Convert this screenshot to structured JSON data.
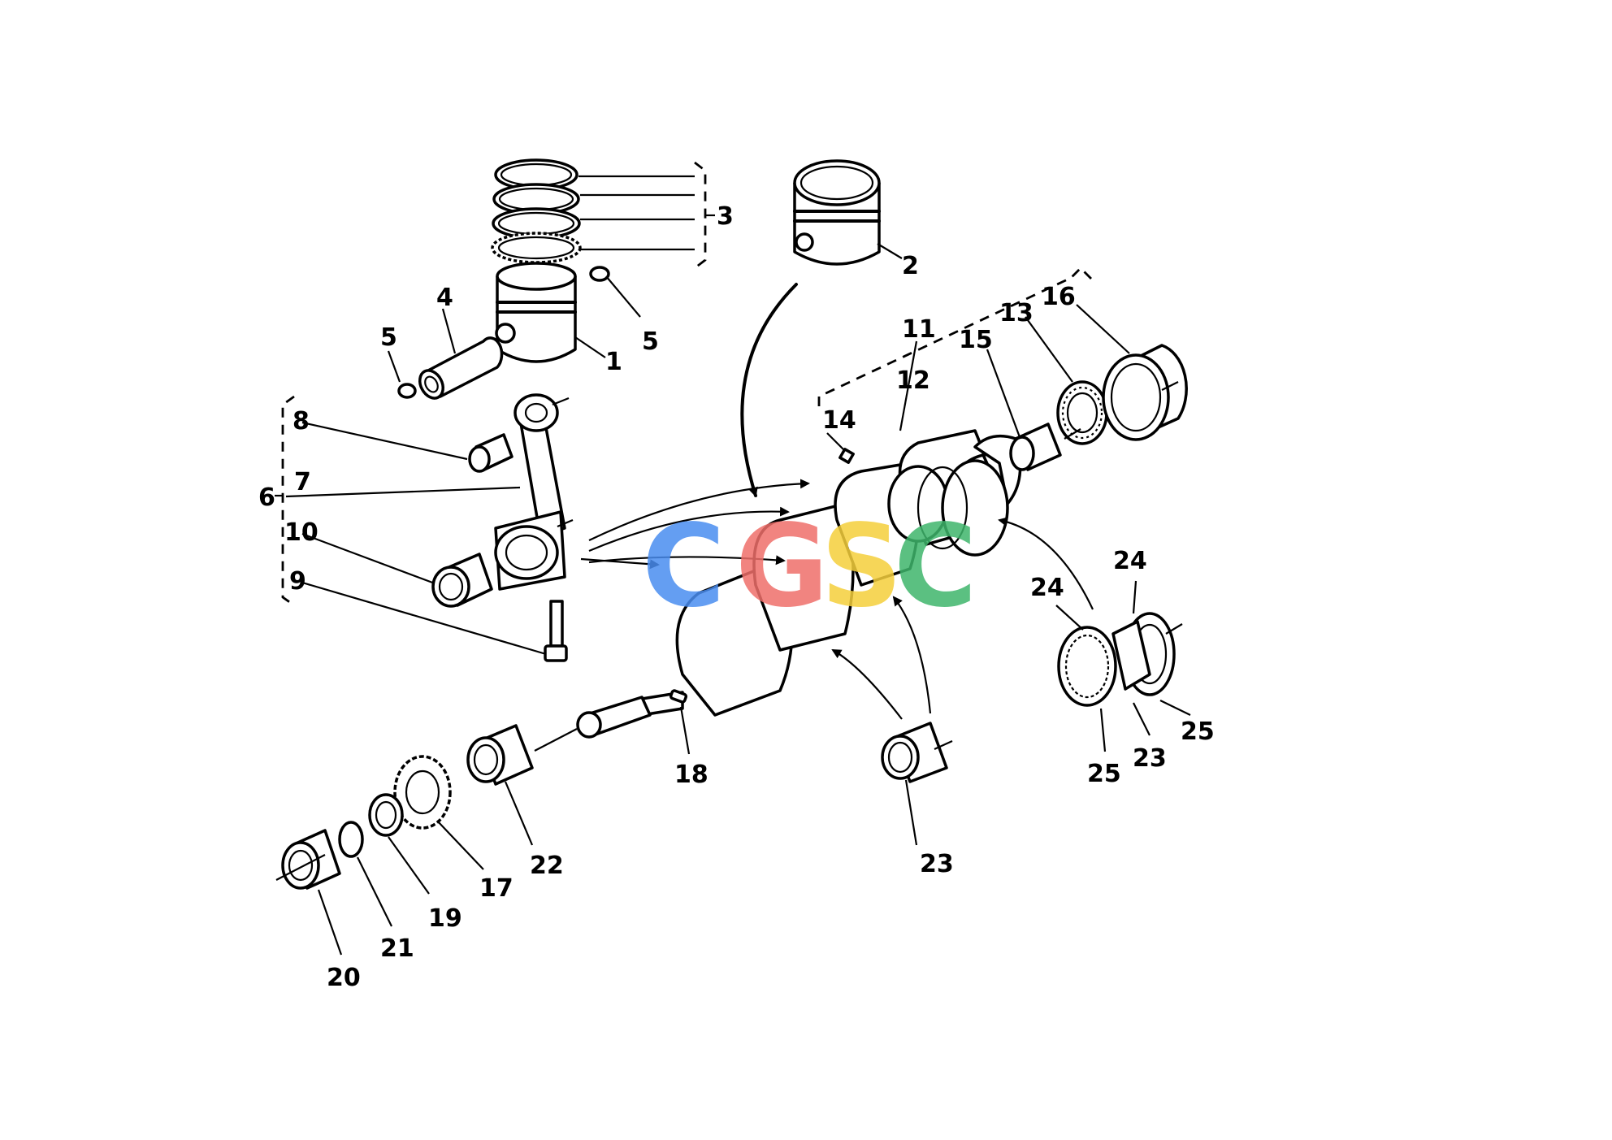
{
  "labels": {
    "l1": "1",
    "l2": "2",
    "l3": "3",
    "l4": "4",
    "l5a": "5",
    "l5b": "5",
    "l6": "6",
    "l7": "7",
    "l8": "8",
    "l9": "9",
    "l10": "10",
    "l11": "11",
    "l12": "12",
    "l13": "13",
    "l14": "14",
    "l15": "15",
    "l16": "16",
    "l17": "17",
    "l18": "18",
    "l19": "19",
    "l20": "20",
    "l21": "21",
    "l22": "22",
    "l23a": "23",
    "l23b": "23",
    "l24a": "24",
    "l24b": "24",
    "l25a": "25",
    "l25b": "25"
  },
  "watermark": {
    "letters": [
      "C",
      "G",
      "S",
      "C"
    ],
    "colors": [
      "#4a8ef0",
      "#ef6f6a",
      "#f5cf3c",
      "#3fb66c"
    ]
  }
}
